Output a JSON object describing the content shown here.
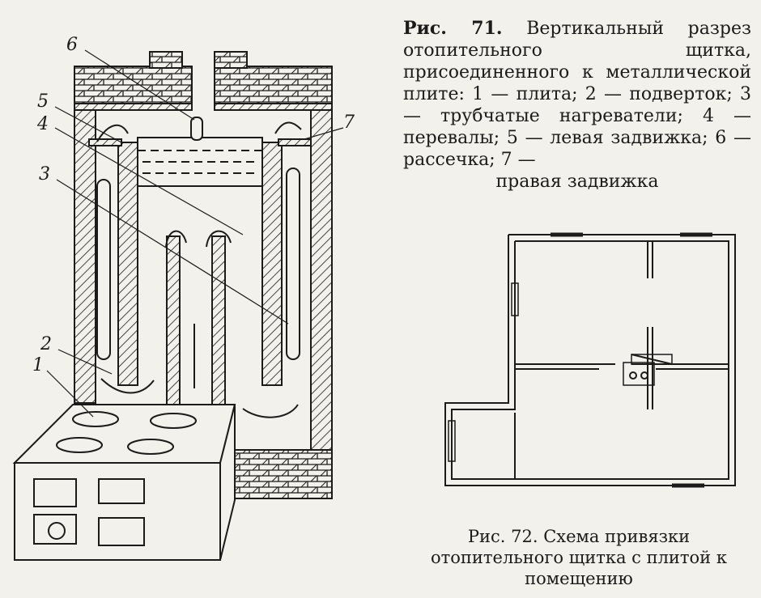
{
  "figure71": {
    "caption_lead": "Рис. 71.",
    "caption_text": "Вертикальный разрез отопительного щитка, присоединенного к металлической плите: 1 — плита; 2 — подверток; 3 — трубчатые нагреватели; 4 — перевалы; 5 — левая задвижка; 6 — рассечка; 7 —",
    "caption_last": "правая задвижка",
    "labels": [
      "1",
      "2",
      "3",
      "4",
      "5",
      "6",
      "7"
    ]
  },
  "figure72": {
    "caption_lead": "Рис. 72.",
    "caption_text": "Схема привязки отопительного щитка с плитой к помещению"
  }
}
